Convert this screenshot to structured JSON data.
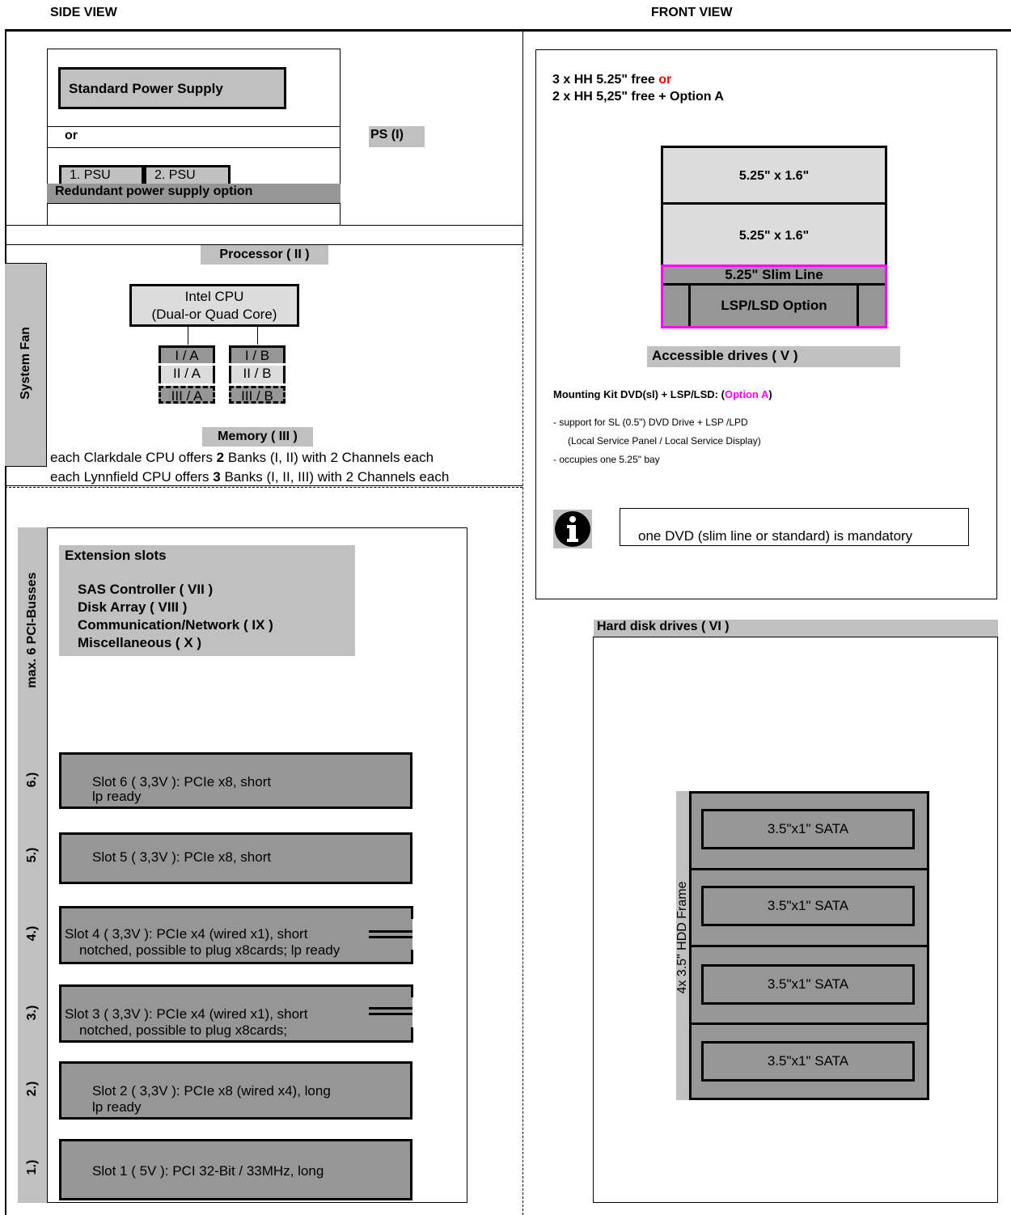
{
  "headers": {
    "side_view": "SIDE VIEW",
    "front_view": "FRONT VIEW"
  },
  "power": {
    "standard": "Standard Power Supply",
    "or": "or",
    "psu1": "1. PSU",
    "psu2": "2. PSU",
    "redundant": "Redundant power supply option",
    "ps_label": "PS (I)"
  },
  "processor": {
    "label": "Processor ( II )",
    "cpu_line1": "Intel CPU",
    "cpu_line2": "(Dual-or Quad Core)",
    "system_fan": "System Fan",
    "memory_label": "Memory ( III )",
    "banks_a": [
      "I / A",
      "II / A",
      "III / A"
    ],
    "banks_b": [
      "I / B",
      "II / B",
      "III / B"
    ],
    "clarkdale_pre": "each Clarkdale CPU offers ",
    "clarkdale_num": "2",
    "clarkdale_post": " Banks (I, II) with 2 Channels each",
    "lynnfield_pre": "each Lynnfield CPU offers ",
    "lynnfield_num": "3",
    "lynnfield_post": " Banks (I, II, III) with 2 Channels each"
  },
  "extension": {
    "vertical_label": "max. 6 PCI-Busses",
    "title": "Extension slots",
    "items": [
      "SAS Controller ( VII )",
      "Disk Array ( VIII )",
      "Communication/Network ( IX )",
      "Miscellaneous ( X )"
    ],
    "slots": [
      {
        "num": "6.)",
        "line1": "Slot 6 ( 3,3V ): PCIe x8, short",
        "line2": "lp ready"
      },
      {
        "num": "5.)",
        "line1": "Slot 5 ( 3,3V ): PCIe x8, short",
        "line2": ""
      },
      {
        "num": "4.)",
        "line1": "Slot 4 ( 3,3V ): PCIe x4 (wired x1), short",
        "line2": "notched, possible to plug x8cards; lp ready"
      },
      {
        "num": "3.)",
        "line1": "Slot 3 ( 3,3V ): PCIe x4 (wired x1), short",
        "line2": "notched, possible to plug x8cards;"
      },
      {
        "num": "2.)",
        "line1": "Slot 2 ( 3,3V ): PCIe x8 (wired x4), long",
        "line2": "lp ready"
      },
      {
        "num": "1.)",
        "line1": "Slot 1 ( 5V ): PCI 32-Bit / 33MHz, long",
        "line2": ""
      }
    ]
  },
  "front": {
    "free_line1_pre": "3 x HH  5.25\" free ",
    "free_line1_or": "or",
    "free_line2": "2 x HH 5,25\" free + Option A",
    "bay1": "5.25\" x 1.6\"",
    "bay2": "5.25\" x 1.6\"",
    "slim": "5.25\" Slim Line",
    "lsp": "LSP/LSD Option",
    "accessible": "Accessible drives ( V )",
    "mounting_pre": "Mounting Kit DVD(sl) + LSP/LSD: (",
    "mounting_opt": "Option A",
    "mounting_post": ")",
    "notes": [
      "- support for SL (0.5\") DVD Drive + LSP /LPD",
      "(Local Service Panel / Local Service Display)",
      "- occupies one 5.25\" bay"
    ],
    "info_icon": "info-icon",
    "mandatory": "one DVD (slim line or standard) is mandatory"
  },
  "hdd": {
    "title": "Hard disk drives ( VI )",
    "frame_label": "4x 3.5\" HDD Frame",
    "drives": [
      "3.5\"x1\"   SATA",
      "3.5\"x1\"   SATA",
      "3.5\"x1\"   SATA",
      "3.5\"x1\"   SATA"
    ]
  },
  "colors": {
    "red": "#ff0000",
    "magenta": "#ff00ff",
    "gray": "#c0c0c0",
    "dark_gray": "#969696"
  }
}
